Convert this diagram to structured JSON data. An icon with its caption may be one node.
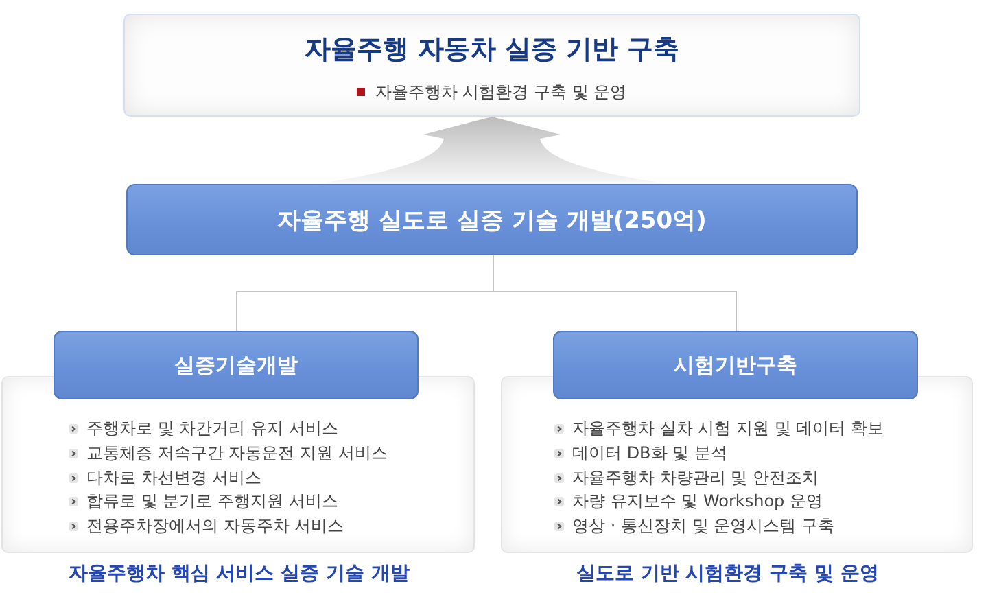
{
  "diagram": {
    "nodes": [
      {
        "text": [
          "자율주행 자동차 실증 기반 구축",
          "자율주행차 시험환경 구축 및 운영"
        ]
      },
      {
        "text": [
          "자율주행 실도로 실증 기술 개발(250억)"
        ]
      },
      {
        "text": [
          "실증기술개발"
        ]
      },
      {
        "text": [
          "주행차로 및 차간거리 유지 서비스",
          "교통체증 저속구간 자동운전 지원 서비스",
          "다차로 차선변경 서비스",
          "합류로 및 분기로 주행지원 서비스",
          "전용주차장에서의 자동주차 서비스"
        ],
        "beside": [
          "자율주행차 핵심 서비스 실증 기술 개발"
        ]
      },
      {
        "text": [
          "시험기반구축"
        ]
      },
      {
        "text": [
          "자율주행차 실차 시험 지원 및 데이터 확보",
          "데이터 DB화 및 분석",
          "자율주행차 차량관리 및 안전조치",
          "차량 유지보수 및 Workshop 운영",
          "영상 · 통신장치 및 운영시스템 구축"
        ],
        "beside": [
          "실도로 기반 시험환경 구축 및 운영"
        ]
      }
    ],
    "edges": [
      {
        "from": 1,
        "to": 0,
        "arrow": "to",
        "style": "thick"
      },
      {
        "from": 1,
        "to": 2,
        "arrow": "none"
      },
      {
        "from": 1,
        "to": 4,
        "arrow": "none"
      }
    ]
  }
}
